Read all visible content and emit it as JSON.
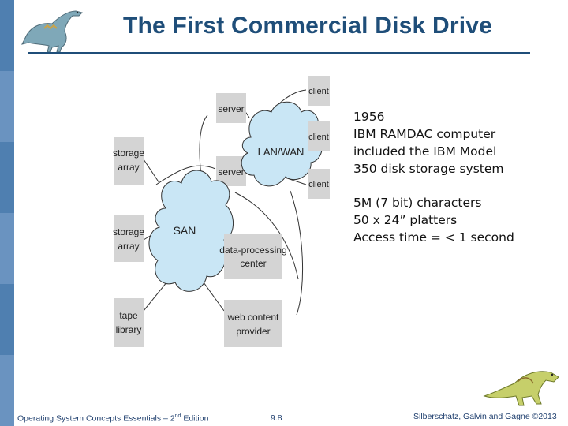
{
  "slide": {
    "title": "The First Commercial Disk Drive",
    "description_lines": [
      "1956",
      "IBM RAMDAC computer",
      "included the IBM Model",
      "350 disk storage system"
    ],
    "spec_lines": [
      "5M (7 bit) characters",
      "50 x 24” platters",
      "Access time = < 1 second"
    ]
  },
  "diagram": {
    "servers": [
      "server",
      "server"
    ],
    "lanwan": "LAN/WAN",
    "clients": [
      "client",
      "client",
      "client"
    ],
    "san": "SAN",
    "storage": [
      [
        "storage",
        "array"
      ],
      [
        "storage",
        "array"
      ],
      [
        "tape",
        "library"
      ]
    ],
    "dpc": [
      "data-processing",
      "center"
    ],
    "web": [
      "web content",
      "provider"
    ]
  },
  "footer": {
    "left_text": "Operating System Concepts Essentials – 2",
    "left_sup": "nd",
    "left_suffix": " Edition",
    "center": "9.8",
    "right": "Silberschatz, Galvin and Gagne ©2013"
  },
  "colors": {
    "title": "#1f4e79",
    "sidebar": "#4f7fb0",
    "cloud": "#c9e6f5",
    "box": "#d4d4d4"
  },
  "icons": {
    "top_left": "dinosaur-icon",
    "bottom_right": "dinosaur-icon"
  }
}
